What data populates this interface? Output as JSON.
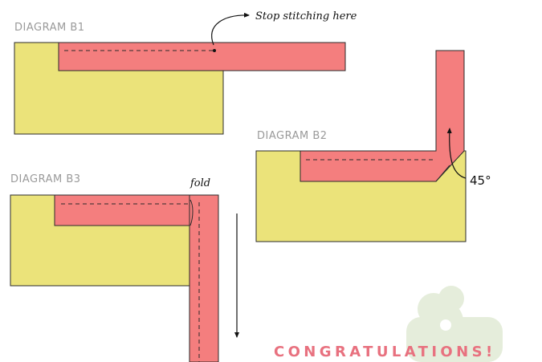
{
  "colors": {
    "fabric": "#ebe37a",
    "binding": "#f47e7e",
    "outline": "#2b2b2b",
    "label": "#9a9a9a",
    "banner": "#e8717f",
    "watermark": "#e5eddb"
  },
  "diagrams": {
    "b1": {
      "label": "DIAGRAM B1",
      "note": "Stop stitching here"
    },
    "b2": {
      "label": "DIAGRAM B2",
      "angle": "45°"
    },
    "b3": {
      "label": "DIAGRAM B3",
      "note": "fold"
    }
  },
  "banner": {
    "text": "CONGRATULATIONS!"
  },
  "icons": {
    "arrow": "curved-arrow-icon",
    "down": "down-arrow-icon",
    "watermark": "cloud-watermark-icon"
  }
}
